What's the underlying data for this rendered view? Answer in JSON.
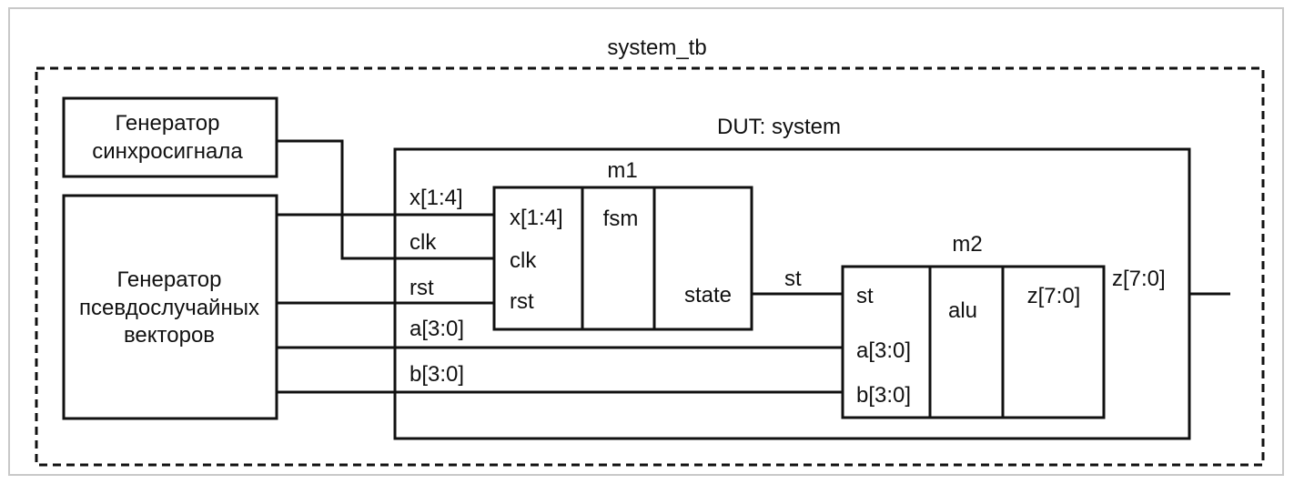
{
  "testbench": {
    "label": "system_tb"
  },
  "dut": {
    "label": "DUT: system"
  },
  "clock_generator": {
    "line1": "Генератор",
    "line2": "синхросигнала"
  },
  "vector_generator": {
    "line1": "Генератор",
    "line2": "псевдослучайных",
    "line3": "векторов"
  },
  "wires": {
    "x": "x[1:4]",
    "clk": "clk",
    "rst": "rst",
    "a": "a[3:0]",
    "b": "b[3:0]",
    "st": "st",
    "z": "z[7:0]"
  },
  "m1": {
    "name": "m1",
    "ports_in": [
      "x[1:4]",
      "clk",
      "rst"
    ],
    "core": "fsm",
    "port_out": "state"
  },
  "m2": {
    "name": "m2",
    "ports_in": [
      "st",
      "a[3:0]",
      "b[3:0]"
    ],
    "core": "alu",
    "port_out": "z[7:0]"
  }
}
